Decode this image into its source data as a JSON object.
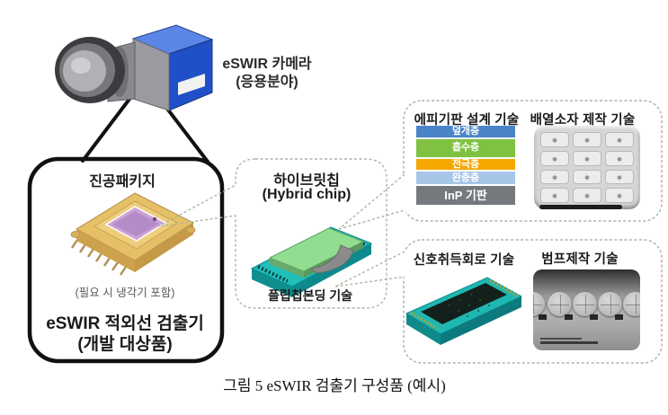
{
  "camera": {
    "label": "eSWIR 카메라",
    "sublabel": "(응용분야)"
  },
  "detector_box": {
    "package_label": "진공패키지",
    "note": "(필요 시 냉각기 포함)",
    "title": "eSWIR 적외선 검출기",
    "subtitle": "(개발 대상품)"
  },
  "hybrid": {
    "label": "하이브릿칩",
    "sublabel": "(Hybrid chip)",
    "bonding_label": "플립칩본딩 기술"
  },
  "epi_box": {
    "epi_title": "에피기판 설계 기술",
    "array_title": "배열소자 제작 기술",
    "layers": [
      {
        "label": "덮개층",
        "color": "#4a85c8"
      },
      {
        "label": "흡수층",
        "color": "#7fc241"
      },
      {
        "label": "전극층",
        "color": "#f5a700"
      },
      {
        "label": "완충층",
        "color": "#a7c6e8"
      },
      {
        "label": "InP 기판",
        "color": "#75797e"
      }
    ]
  },
  "roic_box": {
    "roic_title": "신호취득회로 기술",
    "bump_title": "범프제작 기술"
  },
  "caption": "그림 5 eSWIR 검출기 구성품 (예시)",
  "colors": {
    "package_gold": "#e6c067",
    "package_gold_dark": "#c49a48",
    "chip_teal": "#1fc0ba",
    "chip_teal_dark": "#0d8a8c",
    "chip_green": "#92dd8f",
    "window_purple": "#b48cc8",
    "camera_blue": "#2050c8",
    "outline_black": "#111111",
    "callout_dash": "#a9b7a4"
  }
}
